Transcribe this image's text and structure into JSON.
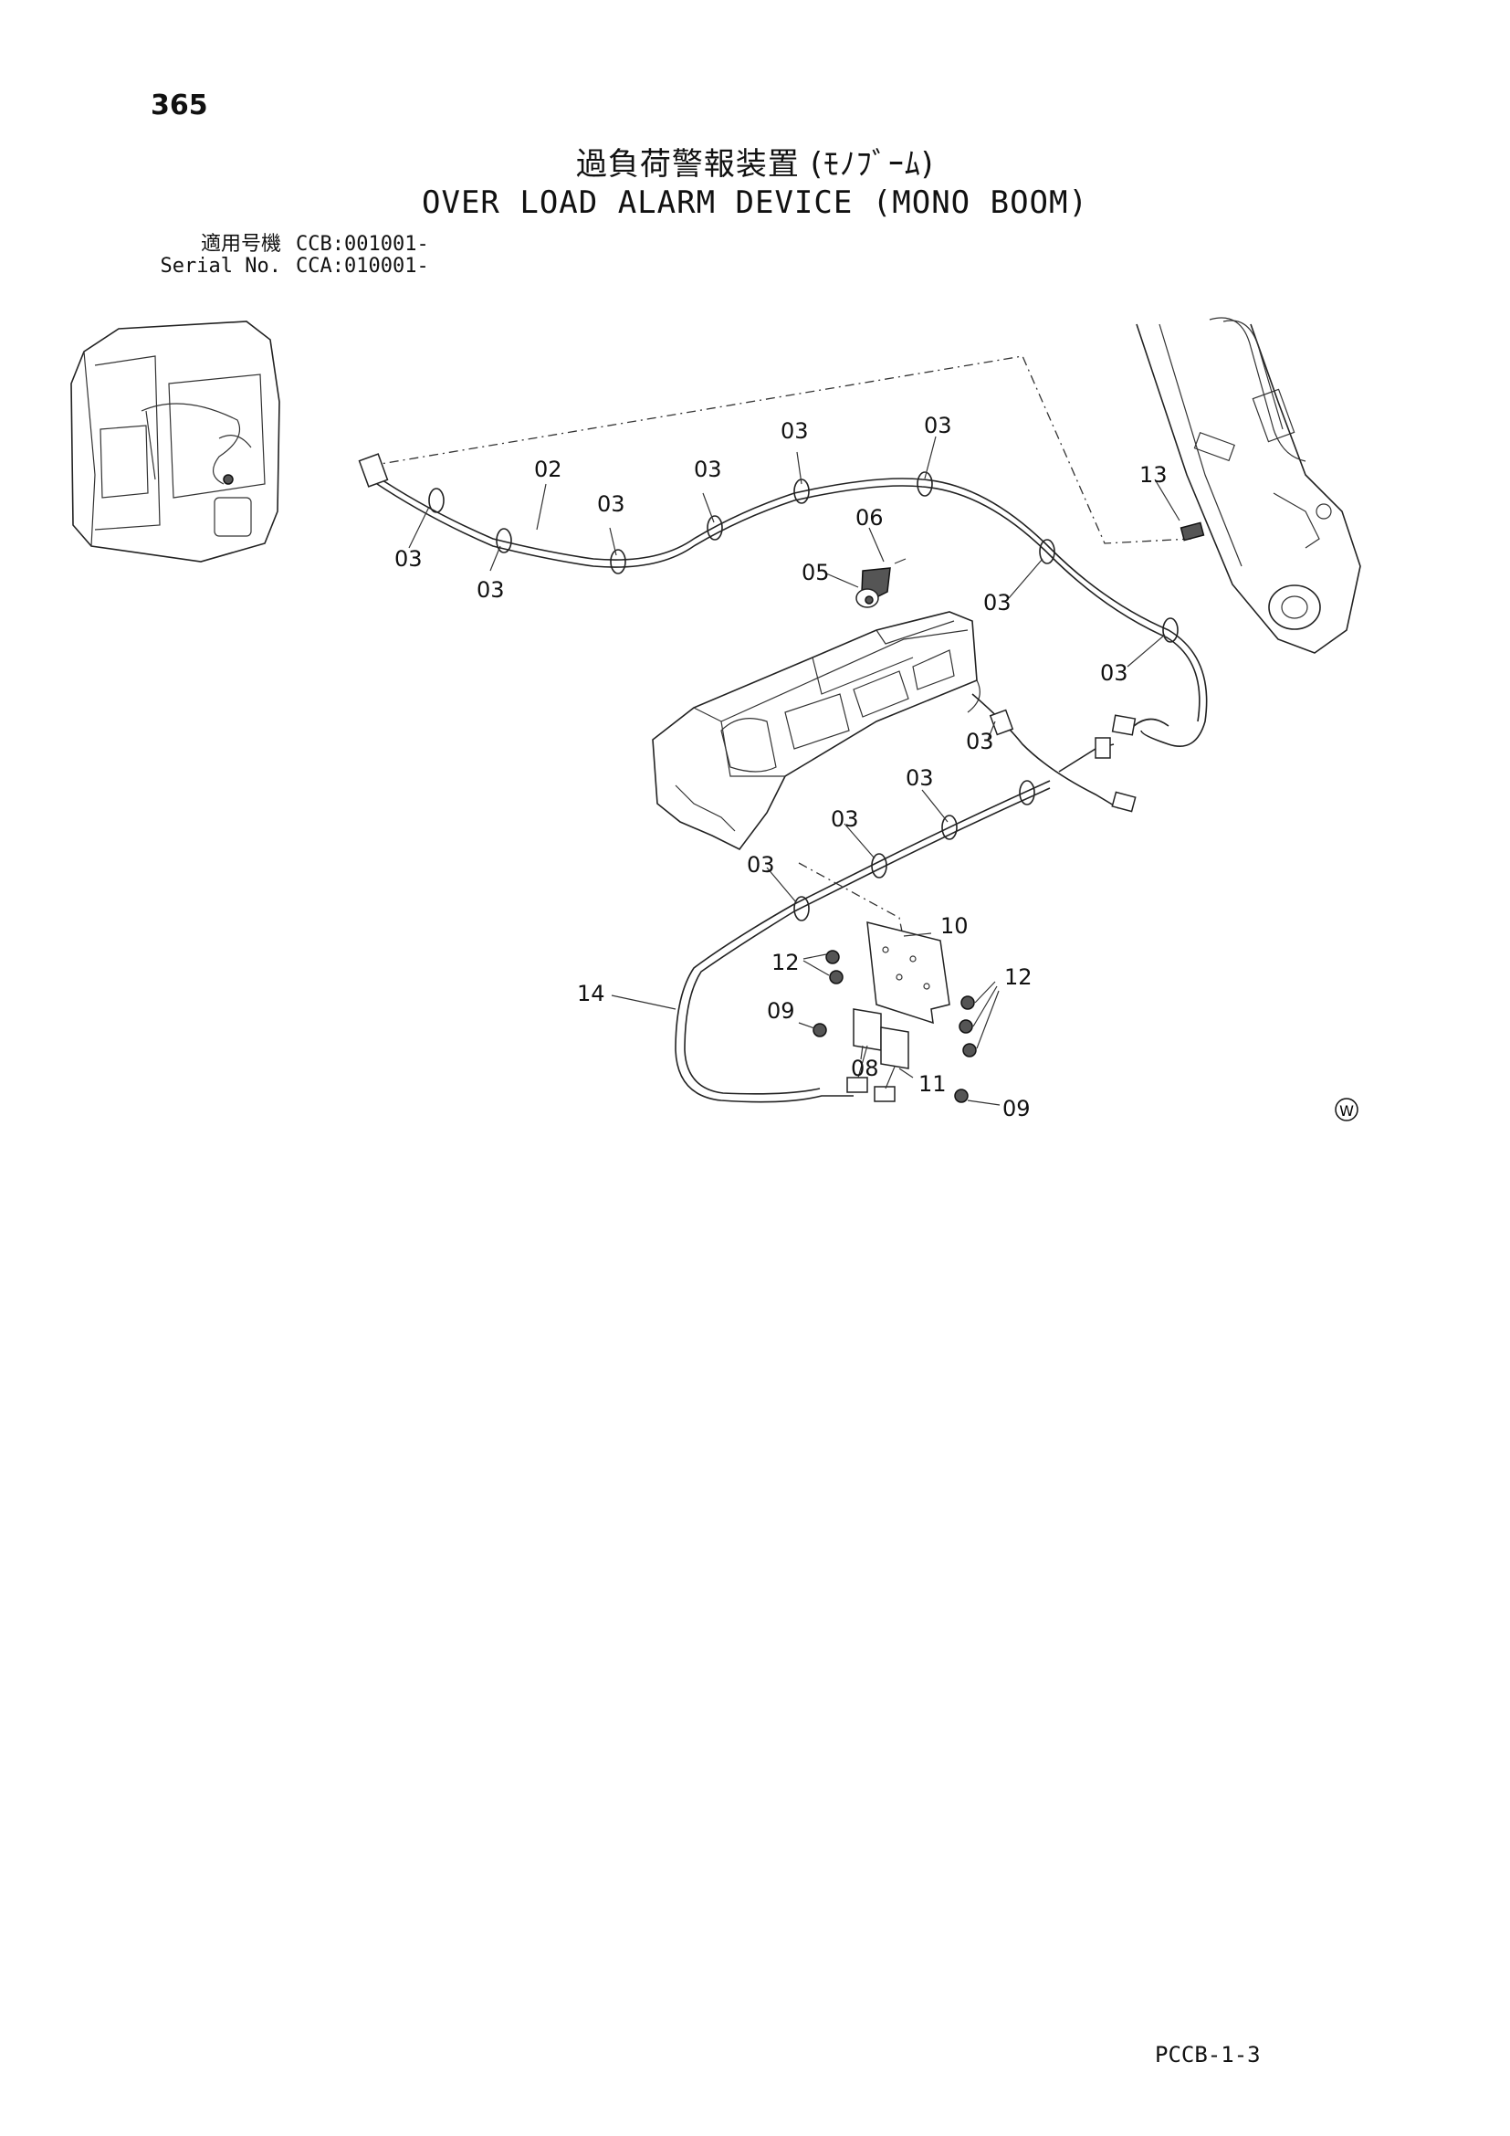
{
  "page": {
    "number": "365",
    "title_jp": "過負荷警報装置 (ﾓﾉﾌﾞｰﾑ)",
    "title_en": "OVER LOAD ALARM DEVICE (MONO BOOM)",
    "serial_label_jp": "適用号機",
    "serial_value_jp": "CCB:001001-",
    "serial_label_en": "Serial No.",
    "serial_value_en": "CCA:010001-",
    "footer_code": "PCCB-1-3",
    "w_mark": "W"
  },
  "callouts": {
    "c02": "02",
    "c03": "03",
    "c05": "05",
    "c06": "06",
    "c08": "08",
    "c09": "09",
    "c10": "10",
    "c11": "11",
    "c12": "12",
    "c13": "13",
    "c14": "14"
  }
}
